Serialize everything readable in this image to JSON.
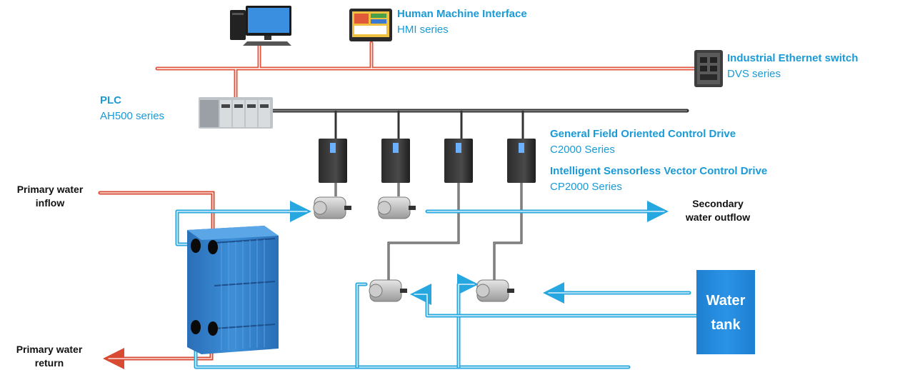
{
  "labels": {
    "hmi_title": "Human Machine Interface",
    "hmi_series": "HMI series",
    "switch_title": "Industrial Ethernet switch",
    "switch_series": "DVS series",
    "plc_title": "PLC",
    "plc_series": "AH500 series",
    "foc_title": "General Field Oriented Control Drive",
    "foc_series": "C2000 Series",
    "svc_title": "Intelligent Sensorless Vector Control Drive",
    "svc_series": "CP2000 Series",
    "primary_inflow": [
      "Primary water",
      "inflow"
    ],
    "primary_return": [
      "Primary water",
      "return"
    ],
    "secondary_outflow": [
      "Secondary",
      "water outflow"
    ],
    "water_tank": [
      "Water",
      "tank"
    ]
  },
  "colors": {
    "ethernet": "#e0553c",
    "hot_water": "#d94a33",
    "cold_water": "#27a7e0",
    "fieldbus": "#333333",
    "label_blue": "#1a9ad6",
    "tank_blue": "#2a93e6",
    "exchanger_blue": "#2f7fc8"
  },
  "icons": [
    "desktop-computer-icon",
    "hmi-touch-panel-icon",
    "ethernet-switch-icon",
    "plc-rack-icon",
    "ac-drive-icon",
    "motor-pump-icon",
    "plate-heat-exchanger-icon",
    "water-tank-icon"
  ]
}
